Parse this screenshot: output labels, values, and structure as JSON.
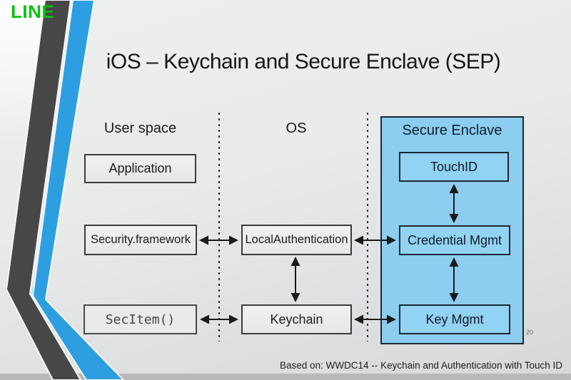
{
  "logo": {
    "text": "LINE"
  },
  "slide": {
    "title": "iOS – Keychain and Secure Enclave (SEP)"
  },
  "columns": {
    "user_space": "User space",
    "os": "OS",
    "secure_enclave": "Secure Enclave"
  },
  "nodes": {
    "application": "Application",
    "security_framework": "Security.framework",
    "secitem": "SecItem()",
    "local_authentication": "LocalAuthentication",
    "keychain": "Keychain",
    "touchid": "TouchID",
    "credential_mgmt": "Credential Mgmt",
    "key_mgmt": "Key Mgmt"
  },
  "footer": {
    "caption": "Based on: WWDC14 -- Keychain and Authentication with Touch ID",
    "page_number": "20"
  },
  "colors": {
    "line_green": "#07c10c",
    "stripe_dark": "#474747",
    "stripe_blue": "#2d9fe0",
    "enclave_fill": "#8ccdf0",
    "node_fill": "#92d2f3",
    "enclave_border": "#1b2733"
  }
}
